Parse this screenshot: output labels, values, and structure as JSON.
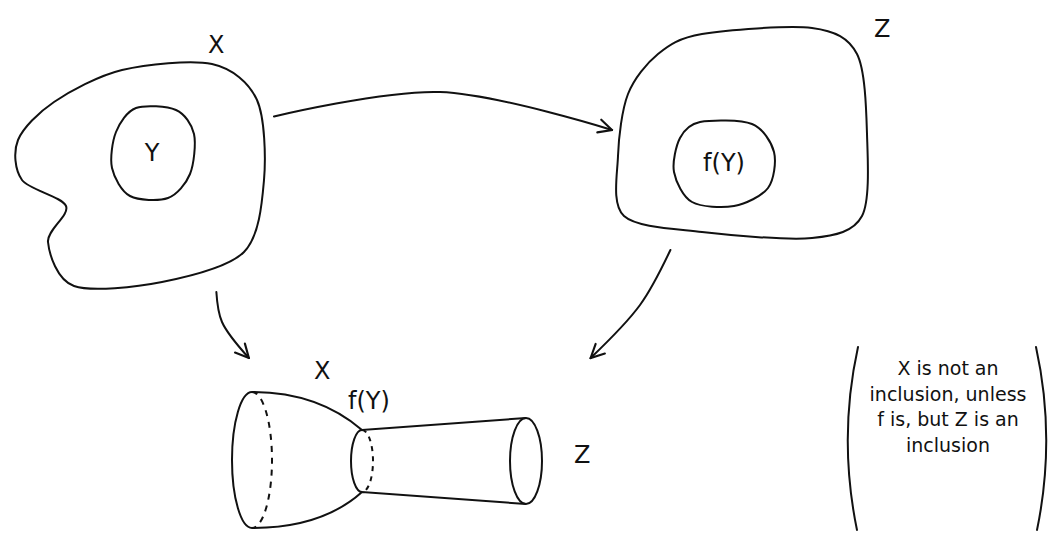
{
  "diagram": {
    "nodes": [
      {
        "text": [
          "X"
        ]
      },
      {
        "text": [
          "Y"
        ],
        "in": 0
      },
      {
        "text": [
          "Z"
        ]
      },
      {
        "text": [
          "f(Y)"
        ],
        "in": 2
      },
      {
        "text": [
          "X",
          "f(Y)",
          "Z"
        ]
      }
    ],
    "edges": [
      {
        "from": 0,
        "to": 2,
        "arrow": "to"
      },
      {
        "from": 0,
        "to": 4,
        "arrow": "to"
      },
      {
        "from": 2,
        "to": 4,
        "arrow": "to"
      }
    ],
    "labels": [
      "X is not an inclusion, unless f is, but Z is an inclusion"
    ]
  }
}
